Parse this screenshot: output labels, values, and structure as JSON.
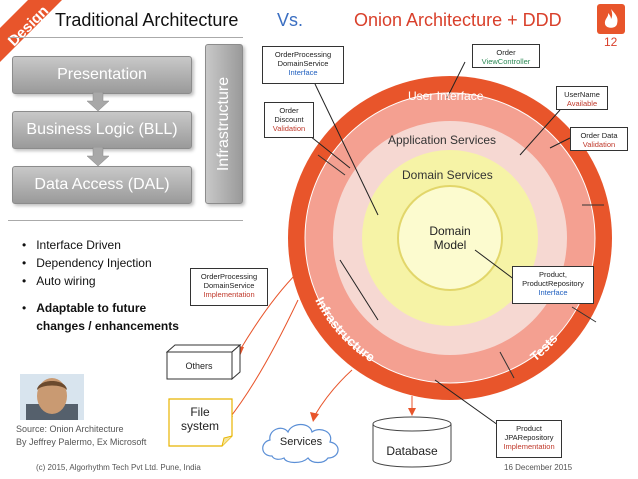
{
  "header": {
    "badge": "Design",
    "left_title": "Traditional Architecture",
    "vs": "Vs.",
    "right_title": "Onion Architecture + DDD",
    "slide_number": "12"
  },
  "traditional": {
    "layers": [
      "Presentation",
      "Business Logic (BLL)",
      "Data Access (DAL)"
    ],
    "infrastructure": "Infrastructure"
  },
  "bullets": {
    "items": [
      "Interface Driven",
      "Dependency Injection",
      "Auto wiring"
    ],
    "bold_lines": [
      "Adaptable to future",
      "changes / enhancements"
    ]
  },
  "onion": {
    "rings": {
      "user_interface": "User Interface",
      "application_services": "Application Services",
      "domain_services": "Domain Services",
      "domain_model_line1": "Domain",
      "domain_model_line2": "Model",
      "infrastructure": "Infrastructure",
      "tests": "Tests"
    },
    "callouts": {
      "order_processing_interface": {
        "line1": "OrderProcessing",
        "line2": "DomainService",
        "line3": "Interface"
      },
      "order_controller": {
        "line1": "Order",
        "line2": "ViewController"
      },
      "order_discount": {
        "line1": "Order",
        "line2": "Discount",
        "line3": "Validation"
      },
      "username": {
        "line1": "UserName",
        "line2": "Available"
      },
      "order_data": {
        "line1": "Order Data",
        "line2": "Validation"
      },
      "order_processing_impl": {
        "line1": "OrderProcessing",
        "line2": "DomainService",
        "line3": "Implementation"
      },
      "product_repo_interface": {
        "line1": "Product,",
        "line2": "ProductRepository",
        "line3": "Interface"
      },
      "product_repo_impl": {
        "line1": "Product",
        "line2": "JPARepository",
        "line3": "Implementation"
      }
    },
    "externals": {
      "others": "Others",
      "file_line1": "File",
      "file_line2": "system",
      "services": "Services",
      "database": "Database"
    }
  },
  "footer": {
    "source_line1": "Source: Onion Architecture",
    "source_line2": "By Jeffrey Palermo, Ex Microsoft",
    "copyright": "(c) 2015, Algorhythm Tech Pvt Ltd. Pune, India",
    "date": "16 December 2015"
  },
  "colors": {
    "outer_ring": "#e8552b",
    "middle_ring": "#f4a091",
    "inner_ring": "#f6d8d2",
    "domain_services": "#f6f3a6",
    "domain_model": "#fcfbcf",
    "title_red": "#d9402b",
    "vs_blue": "#3b6fc2"
  }
}
